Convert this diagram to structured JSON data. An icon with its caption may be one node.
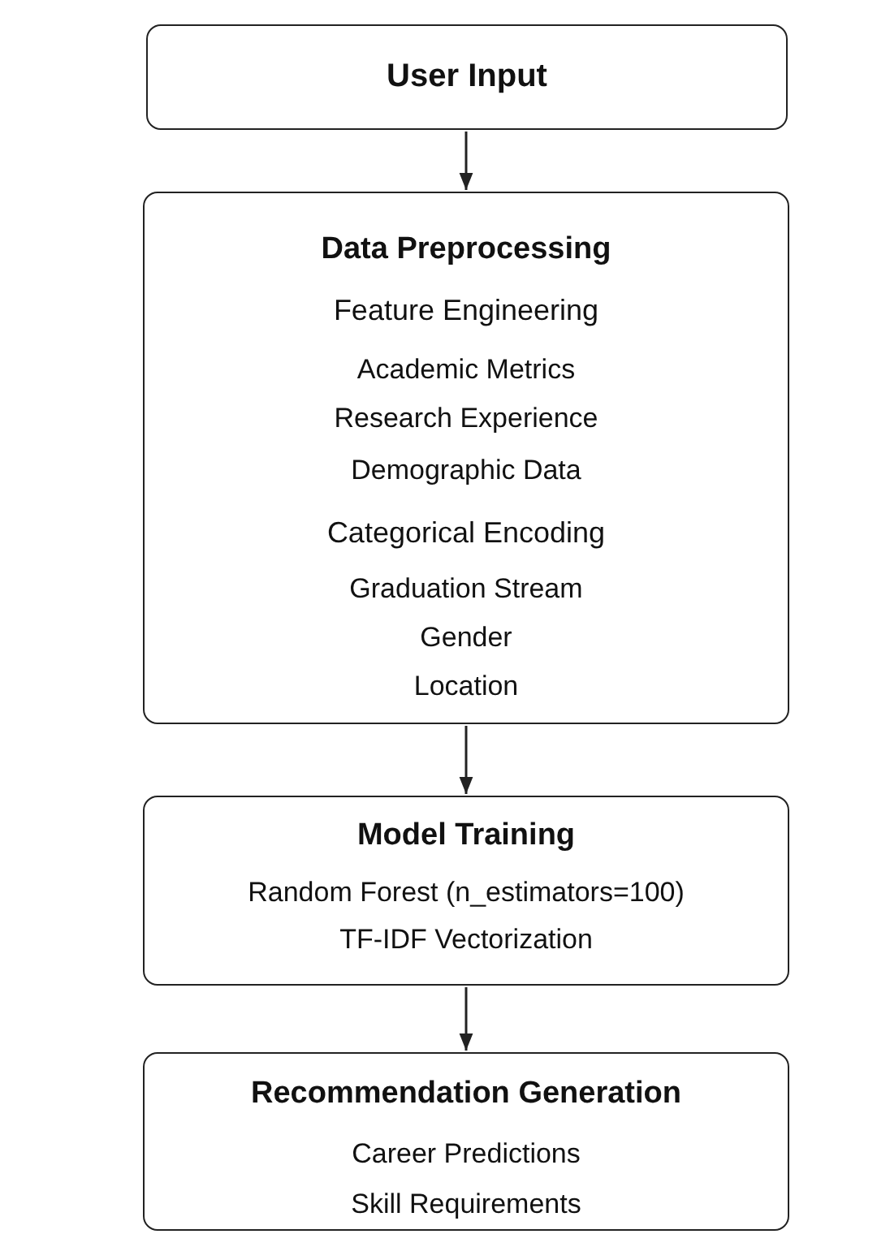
{
  "diagram": {
    "nodes": [
      {
        "text": [
          "User Input"
        ]
      },
      {
        "text": [
          "Data Preprocessing",
          "Feature Engineering",
          "Academic Metrics",
          "Research Experience",
          "Demographic Data",
          "Categorical Encoding",
          "Graduation Stream",
          "Gender",
          "Location"
        ]
      },
      {
        "text": [
          "Model Training",
          "Random Forest (n_estimators=100)",
          "TF-IDF Vectorization"
        ]
      },
      {
        "text": [
          "Recommendation Generation",
          "Career Predictions",
          "Skill Requirements"
        ]
      }
    ],
    "edges": [
      {
        "from": 0,
        "to": 1,
        "arrow": "to"
      },
      {
        "from": 1,
        "to": 2,
        "arrow": "to"
      },
      {
        "from": 2,
        "to": 3,
        "arrow": "to"
      }
    ]
  }
}
